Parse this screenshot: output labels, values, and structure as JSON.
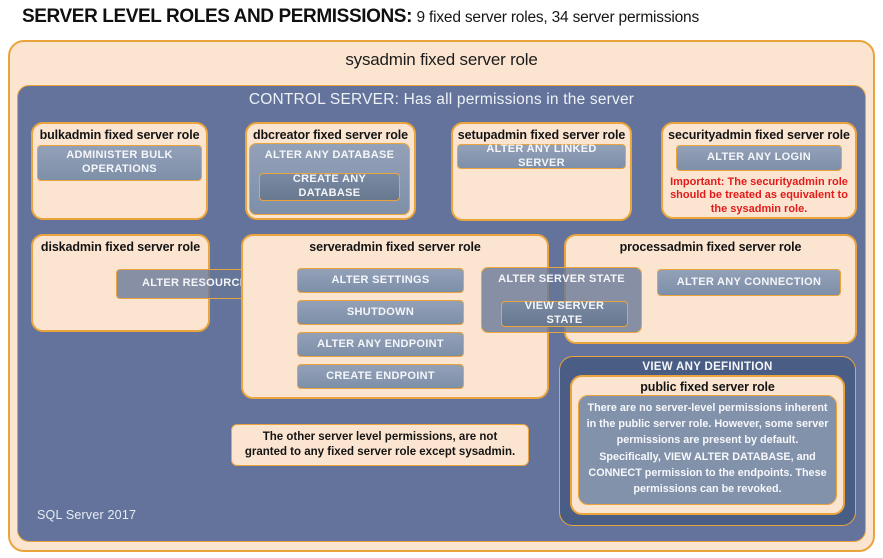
{
  "header": {
    "title_main": "SERVER LEVEL ROLES AND PERMISSIONS:",
    "title_sub": "9 fixed server roles, 34 server permissions"
  },
  "sysadmin": {
    "label": "sysadmin fixed server role"
  },
  "control_server": {
    "label": "CONTROL SERVER: Has all permissions in the server"
  },
  "roles": {
    "bulkadmin": {
      "title": "bulkadmin fixed server role",
      "permissions": {
        "administer_bulk_operations": "ADMINISTER BULK OPERATIONS"
      }
    },
    "dbcreator": {
      "title": "dbcreator fixed server role",
      "permissions": {
        "alter_any_database": "ALTER ANY DATABASE",
        "create_any_database": "CREATE ANY DATABASE"
      }
    },
    "setupadmin": {
      "title": "setupadmin fixed server role",
      "permissions": {
        "alter_any_linked_server": "ALTER ANY LINKED SERVER"
      }
    },
    "securityadmin": {
      "title": "securityadmin fixed server role",
      "permissions": {
        "alter_any_login": "ALTER ANY LOGIN"
      },
      "warning": "Important: The securityadmin role should be treated as equivalent to the sysadmin role."
    },
    "diskadmin": {
      "title": "diskadmin fixed server role",
      "permissions": {
        "alter_resources": "ALTER RESOURCES"
      }
    },
    "serveradmin": {
      "title": "serveradmin fixed server role",
      "permissions": {
        "alter_settings": "ALTER SETTINGS",
        "shutdown": "SHUTDOWN",
        "alter_any_endpoint": "ALTER ANY ENDPOINT",
        "create_endpoint": "CREATE ENDPOINT",
        "alter_server_state": "ALTER SERVER STATE",
        "view_server_state": "VIEW SERVER STATE"
      }
    },
    "processadmin": {
      "title": "processadmin fixed server role",
      "permissions": {
        "alter_any_connection": "ALTER ANY CONNECTION"
      }
    },
    "public": {
      "view_any_definition": "VIEW ANY DEFINITION",
      "title": "public fixed server role",
      "description": "There are no server-level permissions inherent in the public server role. However, some server permissions are present by default. Specifically, VIEW ALTER DATABASE, and CONNECT permission to the endpoints. These permissions can be revoked."
    }
  },
  "note": "The other server level permissions, are not granted to any fixed server role except sysadmin.",
  "footer": "SQL Server 2017",
  "colors": {
    "peach": "#fbe5d1",
    "gold_border": "#eba43c",
    "panel_blue": "#63739b",
    "panel_dark_blue": "#4a5e85",
    "button_fill_top": "#93a1b8",
    "button_fill_bottom": "#7e8fa9",
    "nested_button_fill": "#6e8099",
    "description_fill": "#8392ab",
    "warning_red": "#e21b1b"
  }
}
